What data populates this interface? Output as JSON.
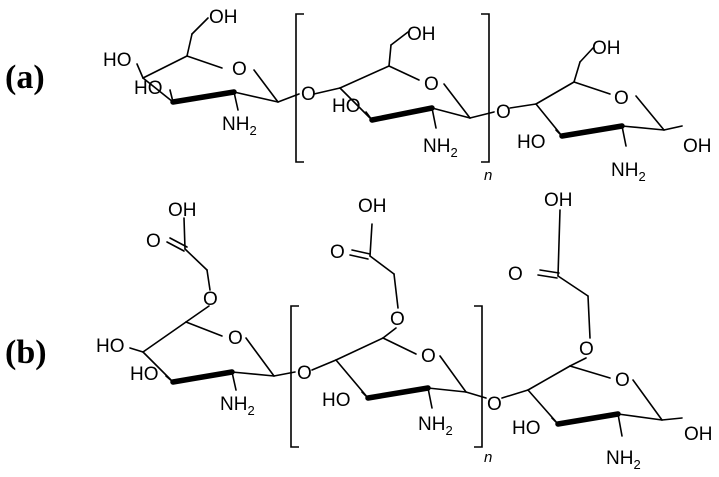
{
  "panels": [
    {
      "label": "(a)",
      "units": [
        {
          "top_oh": "OH",
          "ring_o": "O",
          "ho_left": "HO",
          "ho_mid": "HO",
          "nh": "NH",
          "nh_sub": "2"
        },
        {
          "top_oh": "OH",
          "ring_o": "O",
          "ho_mid": "HO",
          "nh": "NH",
          "nh_sub": "2"
        },
        {
          "top_oh": "OH",
          "ring_o": "O",
          "ho_mid": "HO",
          "nh": "NH",
          "nh_sub": "2",
          "anomeric_oh": "OH"
        }
      ],
      "links": [
        "O",
        "O"
      ],
      "repeat": "n"
    },
    {
      "label": "(b)",
      "units": [
        {
          "acid_oh": "OH",
          "acid_o": "O",
          "ether_o": "O",
          "ring_o": "O",
          "ho_left": "HO",
          "ho_mid": "HO",
          "nh": "NH",
          "nh_sub": "2"
        },
        {
          "acid_oh": "OH",
          "acid_o": "O",
          "ether_o": "O",
          "ring_o": "O",
          "ho_mid": "HO",
          "nh": "NH",
          "nh_sub": "2"
        },
        {
          "acid_oh": "OH",
          "acid_o": "O",
          "ether_o": "O",
          "ring_o": "O",
          "ho_mid": "HO",
          "nh": "NH",
          "nh_sub": "2",
          "anomeric_oh": "OH"
        }
      ],
      "links": [
        "O",
        "O"
      ],
      "repeat": "n"
    }
  ]
}
